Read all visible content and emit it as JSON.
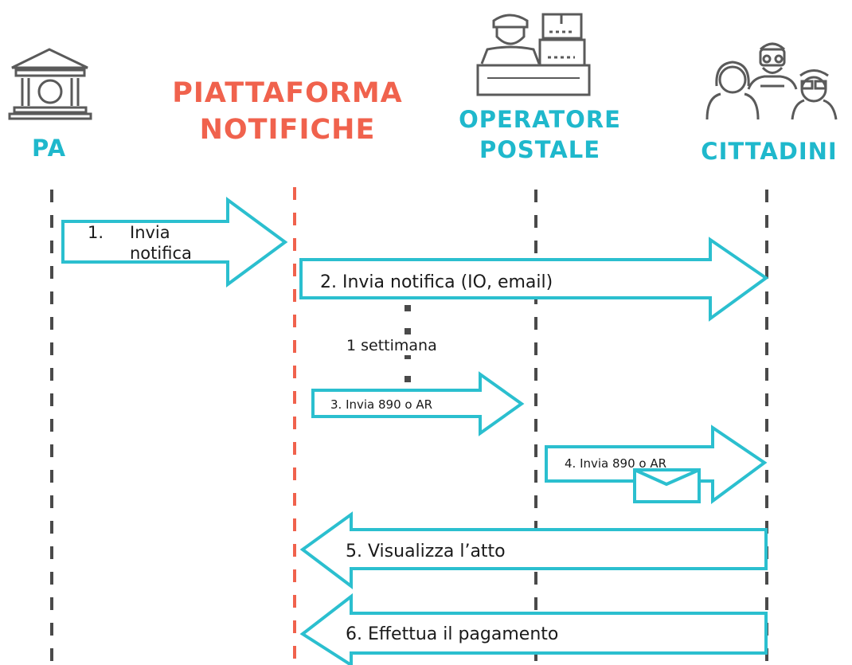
{
  "colors": {
    "arrow_stroke": "#2bbfcf",
    "platform_title": "#f0624d",
    "actor_title": "#1fb8cc",
    "lifeline_gray": "#4a4a4a",
    "lifeline_platform": "#f0624d",
    "icon_stroke": "#5a5a5a"
  },
  "actors": {
    "pa": {
      "label": "PA",
      "icon": "government-building-icon"
    },
    "platform": {
      "line1": "PIATTAFORMA",
      "line2": "NOTIFICHE"
    },
    "postal": {
      "line1": "OPERATORE",
      "line2": "POSTALE",
      "icon": "postal-worker-icon"
    },
    "citizens": {
      "label": "CITTADINI",
      "icon": "citizens-group-icon"
    }
  },
  "steps": {
    "s1": {
      "number": "1.",
      "line1": "Invia",
      "line2": "notifica"
    },
    "s2": {
      "label": "2. Invia notifica (IO, email)"
    },
    "wait": {
      "label": "1 settimana"
    },
    "s3": {
      "label": "3. Invia 890 o AR"
    },
    "s4": {
      "label": "4. Invia 890 o AR",
      "icon": "envelope-icon"
    },
    "s5": {
      "label": "5. Visualizza l’atto"
    },
    "s6": {
      "label": "6. Effettua il pagamento"
    }
  }
}
